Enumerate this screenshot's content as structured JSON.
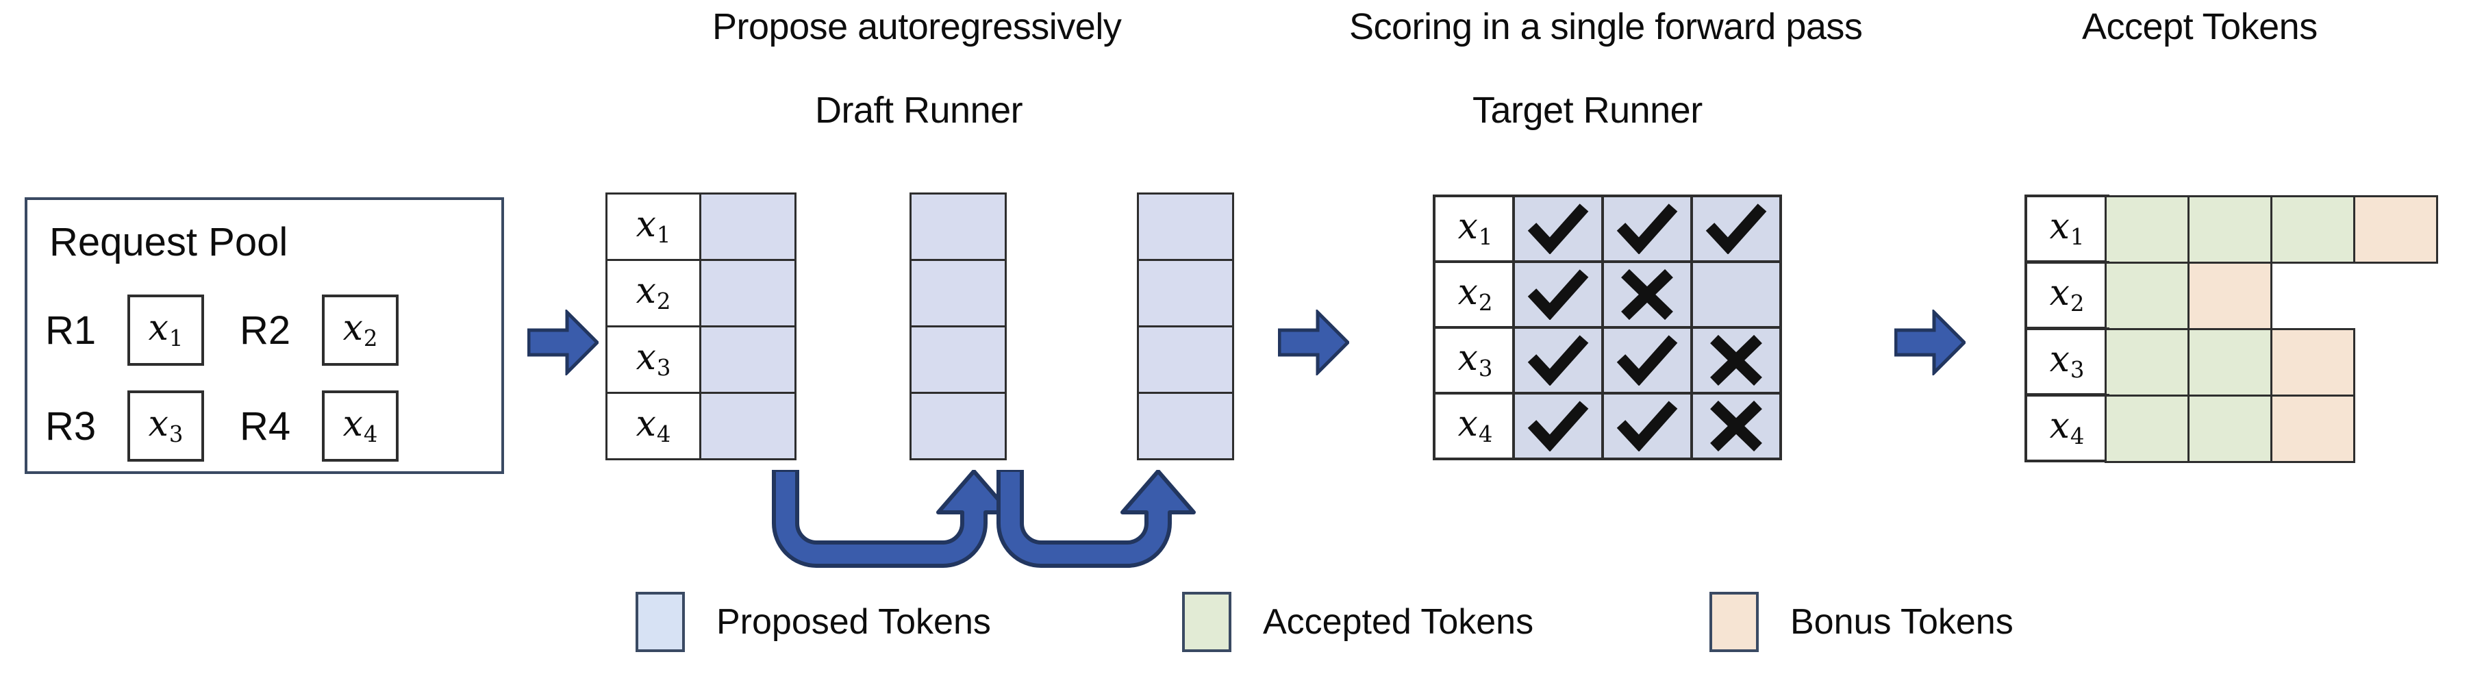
{
  "figure": {
    "type": "diagram",
    "topic": "Speculative decoding pipeline: request pool, draft runner, target runner, token acceptance"
  },
  "captions": {
    "propose": "Propose autoregressively",
    "draft_runner": "Draft Runner",
    "scoring": "Scoring in a single forward pass",
    "target_runner": "Target Runner",
    "accept_tokens": "Accept Tokens"
  },
  "request_pool": {
    "title": "Request Pool",
    "rows": [
      [
        {
          "label": "R1",
          "token": "x",
          "sub": "1"
        },
        {
          "label": "R2",
          "token": "x",
          "sub": "2"
        }
      ],
      [
        {
          "label": "R3",
          "token": "x",
          "sub": "3"
        },
        {
          "label": "R4",
          "token": "x",
          "sub": "4"
        }
      ]
    ]
  },
  "draft_runner": {
    "row_labels": [
      {
        "token": "x",
        "sub": "1"
      },
      {
        "token": "x",
        "sub": "2"
      },
      {
        "token": "x",
        "sub": "3"
      },
      {
        "token": "x",
        "sub": "4"
      }
    ],
    "steps": 3,
    "proposed_per_step": [
      1,
      1,
      1
    ],
    "loop_arrows": 2
  },
  "target_runner": {
    "row_labels": [
      {
        "token": "x",
        "sub": "1"
      },
      {
        "token": "x",
        "sub": "2"
      },
      {
        "token": "x",
        "sub": "3"
      },
      {
        "token": "x",
        "sub": "4"
      }
    ],
    "columns": 3,
    "scores": [
      [
        "check",
        "check",
        "check"
      ],
      [
        "check",
        "cross",
        "empty"
      ],
      [
        "check",
        "check",
        "cross"
      ],
      [
        "check",
        "check",
        "cross"
      ]
    ]
  },
  "accept_tokens": {
    "row_labels": [
      {
        "token": "x",
        "sub": "1"
      },
      {
        "token": "x",
        "sub": "2"
      },
      {
        "token": "x",
        "sub": "3"
      },
      {
        "token": "x",
        "sub": "4"
      }
    ],
    "rows": [
      [
        "accepted",
        "accepted",
        "accepted",
        "bonus"
      ],
      [
        "accepted",
        "bonus"
      ],
      [
        "accepted",
        "accepted",
        "bonus"
      ],
      [
        "accepted",
        "accepted",
        "bonus"
      ]
    ]
  },
  "legend": {
    "items": [
      {
        "swatch": "proposed",
        "label": "Proposed Tokens"
      },
      {
        "swatch": "accepted",
        "label": "Accepted Tokens"
      },
      {
        "swatch": "bonus",
        "label": "Bonus Tokens"
      }
    ]
  },
  "colors": {
    "proposed": "#d7e2f4",
    "accepted": "#e2ebd5",
    "bonus": "#f6e4d3",
    "arrow_blue": "#3a5cab",
    "arrow_blue_dark": "#22365f",
    "border": "#2e2e2e",
    "text": "#0d0d0d",
    "background": "#ffffff"
  },
  "flow_arrows": {
    "count": 3,
    "direction": "right",
    "name": "stage-transition-arrow"
  }
}
